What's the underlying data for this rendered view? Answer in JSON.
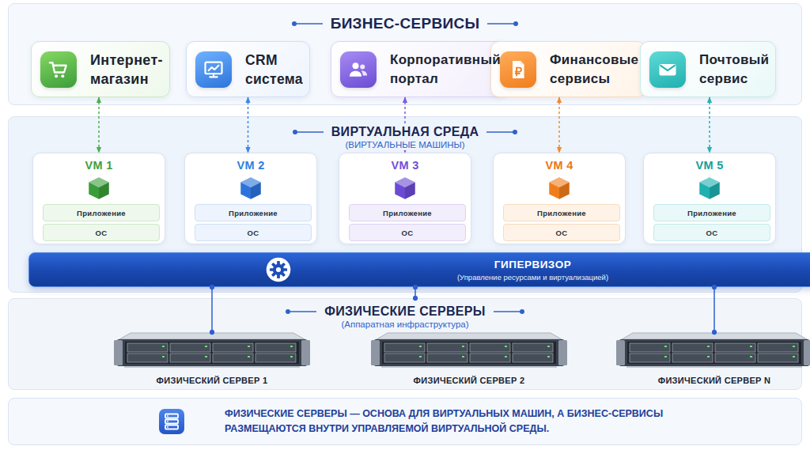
{
  "diagram": {
    "nodes": [
      {
        "text": [
          "БИЗНЕС-СЕРВИСЫ"
        ]
      },
      {
        "text": [
          "Интернет-магазин"
        ],
        "in": 0
      },
      {
        "text": [
          "CRM система"
        ],
        "in": 0
      },
      {
        "text": [
          "Корпоративный портал"
        ],
        "in": 0
      },
      {
        "text": [
          "Финансовые сервисы"
        ],
        "in": 0
      },
      {
        "text": [
          "Почтовый сервис"
        ],
        "in": 0
      },
      {
        "text": [
          "ВИРТУАЛЬНАЯ СРЕДА",
          "(ВИРТУАЛЬНЫЕ МАШИНЫ)"
        ]
      },
      {
        "text": [
          "VM 1"
        ],
        "in": 6
      },
      {
        "text": [
          "Приложение"
        ],
        "in": 7
      },
      {
        "text": [
          "ОС"
        ],
        "in": 7
      },
      {
        "text": [
          "VM 2"
        ],
        "in": 6
      },
      {
        "text": [
          "Приложение"
        ],
        "in": 10
      },
      {
        "text": [
          "ОС"
        ],
        "in": 10
      },
      {
        "text": [
          "VM 3"
        ],
        "in": 6
      },
      {
        "text": [
          "Приложение"
        ],
        "in": 13
      },
      {
        "text": [
          "ОС"
        ],
        "in": 13
      },
      {
        "text": [
          "VM 4"
        ],
        "in": 6
      },
      {
        "text": [
          "Приложение"
        ],
        "in": 16
      },
      {
        "text": [
          "ОС"
        ],
        "in": 16
      },
      {
        "text": [
          "VM 5"
        ],
        "in": 6
      },
      {
        "text": [
          "Приложение"
        ],
        "in": 19
      },
      {
        "text": [
          "ОС"
        ],
        "in": 19
      },
      {
        "text": [
          "ГИПЕРВИЗОР",
          "(Управление ресурсами и виртуализацией)"
        ],
        "in": 6
      },
      {
        "text": [
          "ФИЗИЧЕСКИЕ СЕРВЕРЫ",
          "(Аппаратная инфраструктура)"
        ]
      },
      {
        "text": [
          "ФИЗИЧЕСКИЙ СЕРВЕР 1"
        ],
        "in": 23
      },
      {
        "text": [
          "ФИЗИЧЕСКИЙ СЕРВЕР 2"
        ],
        "in": 23
      },
      {
        "text": [
          "ФИЗИЧЕСКИЙ СЕРВЕР N"
        ],
        "in": 23
      },
      {
        "text": [
          "ФИЗИЧЕСКИЕ СЕРВЕРЫ — ОСНОВА ДЛЯ ВИРТУАЛЬНЫХ МАШИН, А БИЗНЕС-СЕРВИСЫ РАЗМЕЩАЮТСЯ ВНУТРИ УПРАВЛЯЕМОЙ ВИРТУАЛЬНОЙ СРЕДЫ."
        ]
      }
    ],
    "edges": [
      {
        "from": 1,
        "to": 7,
        "arrow": "both"
      },
      {
        "from": 2,
        "to": 10,
        "arrow": "both"
      },
      {
        "from": 3,
        "to": 13,
        "arrow": "both"
      },
      {
        "from": 4,
        "to": 16,
        "arrow": "both"
      },
      {
        "from": 5,
        "to": 19,
        "arrow": "both"
      },
      {
        "from": 22,
        "to": 24,
        "arrow": "none"
      },
      {
        "from": 22,
        "to": 23,
        "arrow": "none"
      },
      {
        "from": 22,
        "to": 26,
        "arrow": "none"
      }
    ]
  }
}
